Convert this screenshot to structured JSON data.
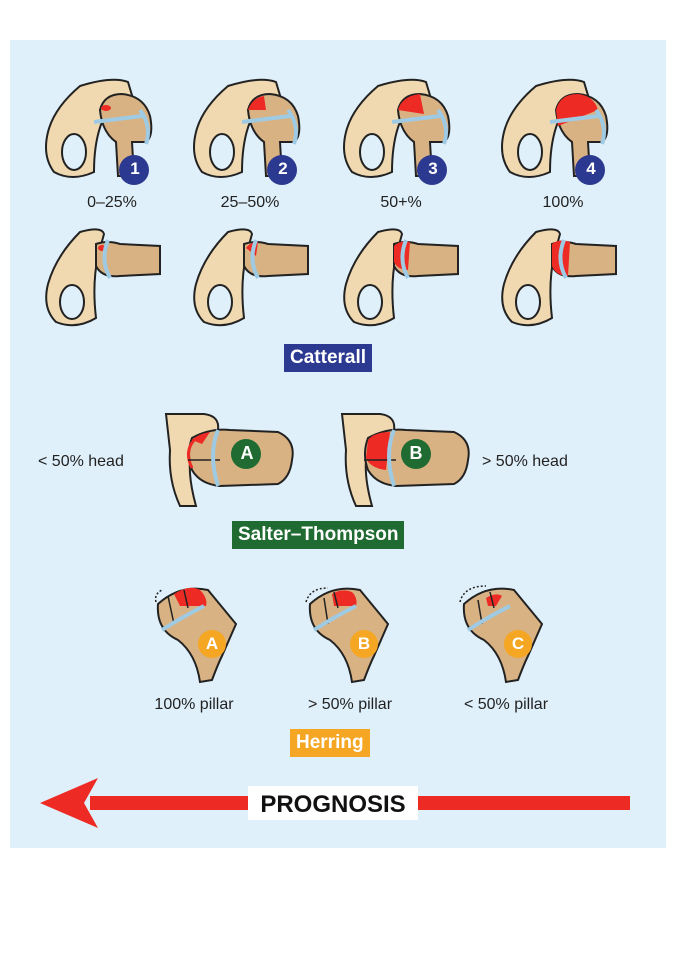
{
  "catterall": {
    "title": "Catterall",
    "groups": [
      {
        "number": "1",
        "range": "0–25%"
      },
      {
        "number": "2",
        "range": "25–50%"
      },
      {
        "number": "3",
        "range": "50+%"
      },
      {
        "number": "4",
        "range": "100%"
      }
    ],
    "badge_color": "#2b3990"
  },
  "salter_thompson": {
    "title": "Salter–Thompson",
    "left_label": "< 50% head",
    "right_label": "> 50% head",
    "types": [
      "A",
      "B"
    ],
    "badge_color": "#1f6b32"
  },
  "herring": {
    "title": "Herring",
    "groups": [
      {
        "letter": "A",
        "label": "100% pillar"
      },
      {
        "letter": "B",
        "label": "> 50% pillar"
      },
      {
        "letter": "C",
        "label": "< 50% pillar"
      }
    ],
    "badge_color": "#f5a623"
  },
  "prognosis": {
    "label": "PROGNOSIS",
    "arrow_color": "#ee2a24"
  },
  "colors": {
    "bone": "#f0d9b0",
    "femoral_head": "#d9b283",
    "necrosis": "#ee2a24",
    "physis": "#9fcae3",
    "background": "#dff0fa"
  }
}
